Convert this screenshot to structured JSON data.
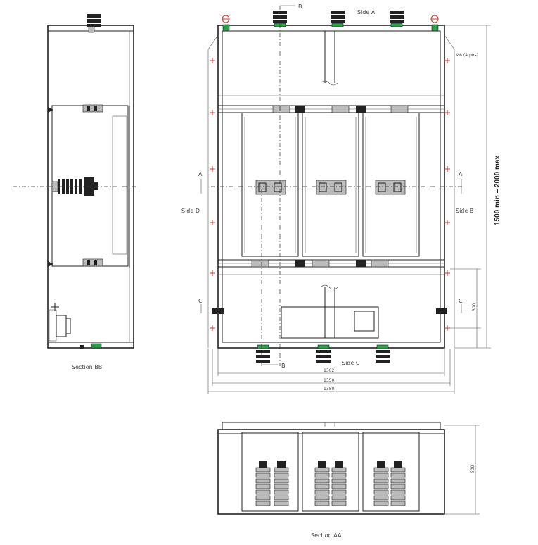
{
  "labels": {
    "side_a": "Side A",
    "side_b": "Side B",
    "side_c": "Side C",
    "side_d": "Side D",
    "section_bb": "Section BB",
    "section_aa": "Section AA",
    "cut_a_left": "A",
    "cut_a_right": "A",
    "cut_b_top": "B",
    "cut_b_bottom": "B",
    "cut_c_left": "C",
    "cut_c_right": "C"
  },
  "dimensions": {
    "height_range": "1500 min – 2000 max",
    "width_inner": "1302",
    "width_mid": "1350",
    "width_outer": "1380",
    "depth_aa": "500",
    "side_dim_right": "300",
    "top_note": "M6 (4 pos)"
  },
  "icons": {
    "bushing": "bushing-insulator-icon",
    "lifting_eye": "lifting-eye-icon",
    "earth_point": "earth-point-icon"
  },
  "colors": {
    "line": "#222222",
    "marker_red": "#c0392b",
    "terminal_green": "#2ea043"
  }
}
